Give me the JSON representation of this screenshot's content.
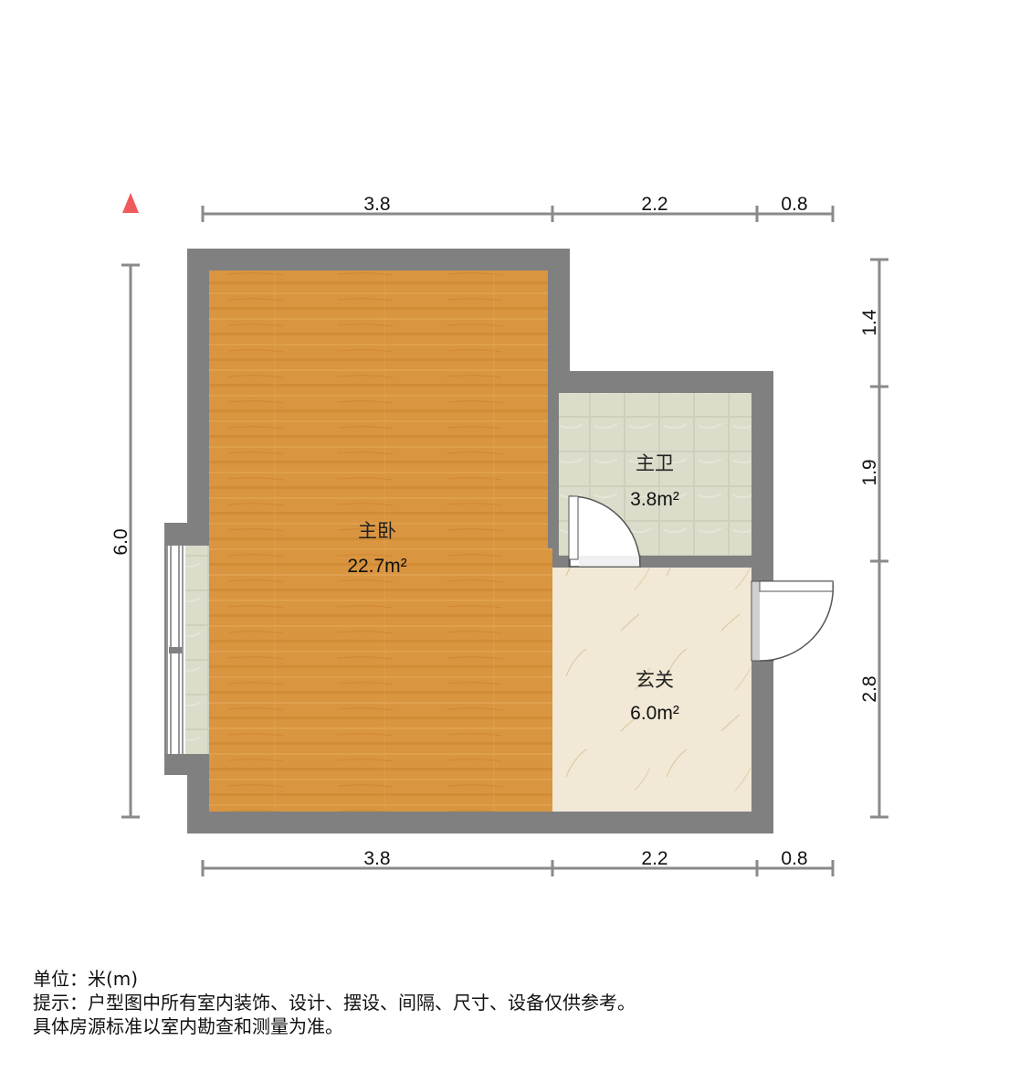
{
  "plan": {
    "north_marker": "north-arrow",
    "unit_label": "单位：米(m)",
    "note_line1": "提示：户型图中所有室内装饰、设计、摆设、间隔、尺寸、设备仅供参考。",
    "note_line2": "具体房源标准以室内勘查和测量为准。"
  },
  "dimensions": {
    "top": [
      "3.8",
      "2.2",
      "0.8"
    ],
    "bottom": [
      "3.8",
      "2.2",
      "0.8"
    ],
    "left": [
      "6.0"
    ],
    "right": [
      "1.4",
      "1.9",
      "2.8"
    ]
  },
  "rooms": [
    {
      "name": "主卧",
      "area": "22.7m²",
      "floor": "wood"
    },
    {
      "name": "主卫",
      "area": "3.8m²",
      "floor": "tile"
    },
    {
      "name": "玄关",
      "area": "6.0m²",
      "floor": "marble"
    }
  ],
  "colors": {
    "wall": "#808080",
    "wood": "#d9943a",
    "tile": "#dcdccb",
    "marble": "#f1e8d6",
    "dim_line": "#8a8a8a",
    "north": "#f05a5a"
  }
}
